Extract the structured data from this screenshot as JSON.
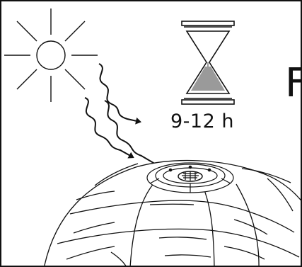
{
  "diagram": {
    "duration_text": "9-12 h",
    "partial_letter": "F"
  },
  "icons": {
    "sun": "sun-icon",
    "hourglass": "hourglass-icon",
    "sunrays": "wavy-sunray-arrows",
    "globe": "globe-icon",
    "device": "solar-device-icon"
  },
  "colors": {
    "ink": "#111111",
    "sand": "#9a9a9a",
    "paper": "#ffffff"
  }
}
